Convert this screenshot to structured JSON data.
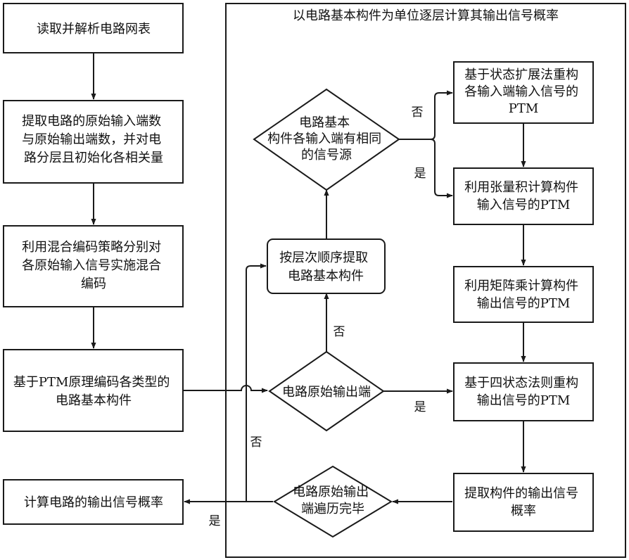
{
  "frame": {
    "title": "以电路基本构件为单位逐层计算其输出信号概率"
  },
  "left_column": {
    "step1": [
      "读取并解析电路网表"
    ],
    "step2": [
      "提取电路的原始输入端数",
      "与原始输出端数，并对电",
      "路分层且初始化各相关量"
    ],
    "step3": [
      "利用混合编码策略分别对",
      "各原始输入信号实施混合",
      "编码"
    ],
    "step4": [
      "基于PTM原理编码各类型的",
      "电路基本构件"
    ],
    "result": [
      "计算电路的输出信号概率"
    ]
  },
  "middle_column": {
    "diamond_same_source": [
      "电路基本",
      "构件各输入端有相同",
      "的信号源"
    ],
    "extract_components": [
      "按层次顺序提取",
      "电路基本构件"
    ],
    "diamond_primary_output": [
      "电路原始输出端"
    ],
    "diamond_traversal_done": [
      "电路原始输出",
      "端遍历完毕"
    ]
  },
  "right_column": {
    "reconstruct_inputs": [
      "基于状态扩展法重构",
      "各输入端输入信号的",
      "PTM"
    ],
    "tensor_product": [
      "利用张量积计算构件",
      "输入信号的PTM"
    ],
    "matrix_product": [
      "利用矩阵乘计算构件",
      "输出信号的PTM"
    ],
    "four_state": [
      "基于四状态法则重构",
      "输出信号的PTM"
    ],
    "extract_probability": [
      "提取构件的输出信号",
      "概率"
    ]
  },
  "branch_labels": {
    "no_to_reconstruct": "否",
    "yes_to_tensor": "是",
    "no_up_to_extract": "否",
    "yes_to_four_state": "是",
    "no_loop_back": "否",
    "yes_to_result": "是"
  }
}
